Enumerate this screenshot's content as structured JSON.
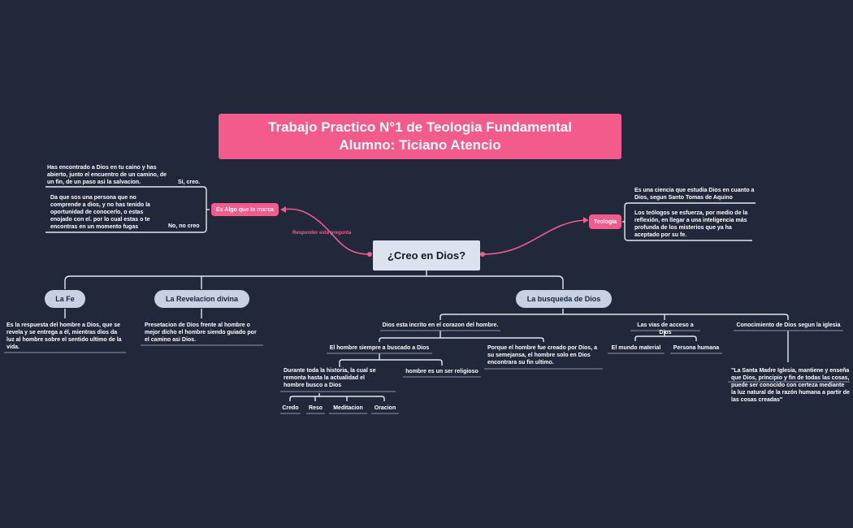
{
  "title": {
    "line1": "Trabajo Practico N°1 de Teologia Fundamental",
    "line2": "Alumno: Ticiano Atencio"
  },
  "central": "¿Creo en Dios?",
  "relationship_label": "Responder esta pregunta",
  "left_topic": {
    "label": "Es Algo que te marca",
    "branches": [
      {
        "text": "Has encontrado a Dios en tu caino y has abierto, junto el encuentro de un camino, de un fin, de un paso asi la salvacion.",
        "answer": "Si, creo."
      },
      {
        "text": "Da que sos una persona que no comprende a dios, y no has tenido la oportunidad de conocerlo, o estas enojado con el. por lo cual estas o te encontras en un momento fugas",
        "answer": "No, no creo"
      }
    ]
  },
  "right_topic": {
    "label": "Teologia",
    "definition": "Es una ciencia que estudia Dios en cuanto a Dios, segun Santo Tomas de Aquino",
    "detail": "Los  teólogos se esfuerza, por medio de la reflexión, en llegar a una inteligencia más profunda de los misterios que ya ha aceptado por su fe."
  },
  "main_topics": {
    "fe": {
      "label": "La Fe",
      "text": "Es la  respuesta del hombre a Dios, que se revela y se entrega a él, mientras dios da luz al hombre sobre el sentido ultimo de la vida."
    },
    "revelacion": {
      "label": "La Revelacion divina",
      "text": "Presetacion de Dios  frente al hombre o mejor dicho el hombre siendo guiado por el camino asi Dios."
    },
    "busqueda": {
      "label": "La busqueda de Dios",
      "inscrito": {
        "label": "Dios esta incrito en el corazon del hombre.",
        "buscado": "El hombre siempre a buscado a Dios",
        "historia": "Durante toda la historia, la cual se remonta hasta la actualidad el hombre busco a Dios",
        "practicas": [
          "Credo",
          "Reso",
          "Meditacion",
          "Oracion"
        ],
        "religioso": "hombre es un ser religioso",
        "creado": "Porque el hombre fue creado por Dios, a su semejansa, el hombre solo en Dios encontrara su fin ultimo."
      },
      "vias": {
        "label": "Las vias de acceso a Dios",
        "items": [
          "El mundo material",
          "Persona humana"
        ]
      },
      "conocimiento": {
        "label": "Conocimiento de Dios segun la iglesia",
        "text": "\"La Santa Madre Iglesia, mantiene y enseña que Dios, principio y fin de todas las cosas, puede ser conocido con certeza mediante la luz natural de la razón humana a partir de las cosas  creadas\""
      }
    }
  },
  "colors": {
    "background": "#21283a",
    "accent": "#f25b8c",
    "topic": "#c8d1e3",
    "central": "#dde3ee"
  }
}
